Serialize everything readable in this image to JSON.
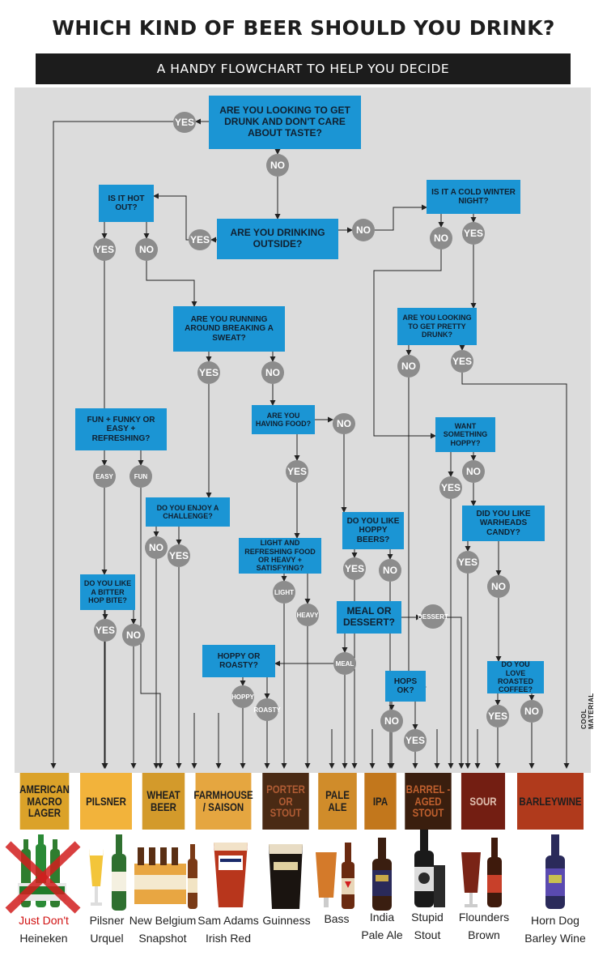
{
  "header": {
    "title": "WHICH KIND OF BEER SHOULD YOU DRINK?",
    "subtitle": "A HANDY FLOWCHART TO HELP YOU DECIDE"
  },
  "questions": {
    "drunk": "ARE YOU LOOKING TO GET DRUNK AND DON'T CARE ABOUT TASTE?",
    "outside": "ARE YOU DRINKING OUTSIDE?",
    "hot": "IS IT HOT OUT?",
    "cold": "IS IT A COLD WINTER NIGHT?",
    "sweat": "ARE YOU RUNNING AROUND BREAKING A SWEAT?",
    "pretty_drunk": "ARE YOU LOOKING TO GET PRETTY DRUNK?",
    "fun": "FUN + FUNKY OR EASY + REFRESHING?",
    "food": "ARE YOU HAVING FOOD?",
    "hoppy": "WANT SOMETHING HOPPY?",
    "challenge": "DO YOU ENJOY A CHALLENGE?",
    "hoppy_beers": "DO YOU LIKE HOPPY BEERS?",
    "warheads": "DID YOU LIKE WARHEADS CANDY?",
    "light_heavy": "LIGHT AND REFRESHING FOOD OR HEAVY + SATISFYING?",
    "bitter": "DO YOU LIKE A BITTER HOP BITE?",
    "meal": "MEAL OR DESSERT?",
    "roasty": "HOPPY OR ROASTY?",
    "hops_ok": "HOPS OK?",
    "coffee": "DO YOU LOVE ROASTED COFFEE?"
  },
  "answers": {
    "yes": "YES",
    "no": "NO",
    "easy": "EASY",
    "fun": "FUN",
    "light": "LIGHT",
    "heavy": "HEAVY",
    "meal": "MEAL",
    "dessert": "DESSERT",
    "hoppy": "HOPPY",
    "roasty": "ROASTY"
  },
  "categories": [
    {
      "label": "AMERICAN MACRO LAGER",
      "bg": "#dba229",
      "fg": "#1e1e1e"
    },
    {
      "label": "PILSNER",
      "bg": "#f2b33b",
      "fg": "#1e1e1e"
    },
    {
      "label": "WHEAT BEER",
      "bg": "#d39a2b",
      "fg": "#1e1e1e"
    },
    {
      "label": "FARMHOUSE / SAISON",
      "bg": "#e5a640",
      "fg": "#1e1e1e"
    },
    {
      "label": "PORTER OR STOUT",
      "bg": "#4a2a14",
      "fg": "#b05c34"
    },
    {
      "label": "PALE ALE",
      "bg": "#d08c2a",
      "fg": "#1e1e1e"
    },
    {
      "label": "IPA",
      "bg": "#c2771c",
      "fg": "#1e1e1e"
    },
    {
      "label": "BARREL - AGED STOUT",
      "bg": "#3a1e0e",
      "fg": "#c0602e"
    },
    {
      "label": "SOUR",
      "bg": "#731e12",
      "fg": "#e0c0b0"
    },
    {
      "label": "BARLEYWINE",
      "bg": "#b03a1c",
      "fg": "#1e1e1e"
    }
  ],
  "credit": "COOL MATERIAL",
  "beers": [
    {
      "line1": "Just Don't",
      "line2": "Heineken"
    },
    {
      "line1": "Pilsner",
      "line2": "Urquel"
    },
    {
      "line1": "New Belgium",
      "line2": "Snapshot"
    },
    {
      "line1": "Sam Adams",
      "line2": "Irish Red"
    },
    {
      "line1": "Guinness",
      "line2": ""
    },
    {
      "line1": "Bass",
      "line2": ""
    },
    {
      "line1": "India",
      "line2": "Pale Ale"
    },
    {
      "line1": "Stupid",
      "line2": "Stout"
    },
    {
      "line1": "Flounders",
      "line2": "Brown"
    },
    {
      "line1": "Horn Dog",
      "line2": "Barley Wine"
    }
  ],
  "colors": {
    "question_box": "#1b95d4",
    "answer_circle": "#8c8c8c",
    "chart_background": "#dcdcdc",
    "lines": "#222222",
    "just_dont": "#d01010"
  }
}
